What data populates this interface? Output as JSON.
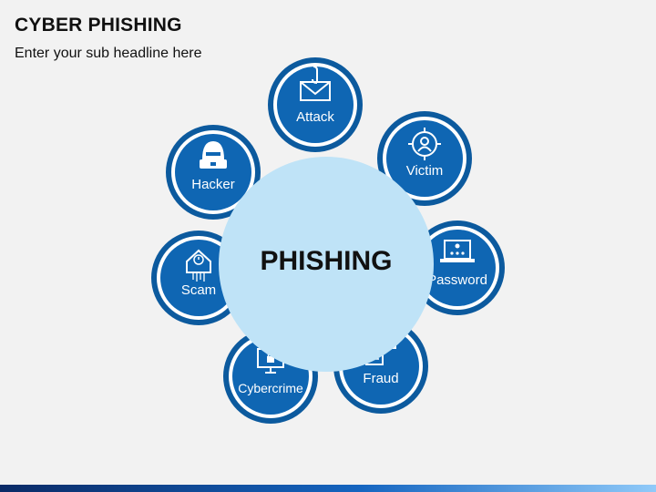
{
  "header": {
    "title": "CYBER PHISHING",
    "subtitle": "Enter your sub headline here"
  },
  "diagram": {
    "center_label": "PHISHING",
    "colors": {
      "center_fill": "#bfe3f7",
      "node_fill": "#0f66b3",
      "node_ring": "#0c5a9e",
      "background": "#f2f2f2"
    },
    "nodes": [
      {
        "label": "Attack",
        "icon": "envelope-hook-icon"
      },
      {
        "label": "Victim",
        "icon": "target-user-icon"
      },
      {
        "label": "Password",
        "icon": "laptop-password-icon"
      },
      {
        "label": "Fraud",
        "icon": "money-document-icon"
      },
      {
        "label": "Cybercrime",
        "icon": "monitor-lock-icon"
      },
      {
        "label": "Scam",
        "icon": "email-alert-icon"
      },
      {
        "label": "Hacker",
        "icon": "hooded-hacker-icon"
      }
    ]
  }
}
